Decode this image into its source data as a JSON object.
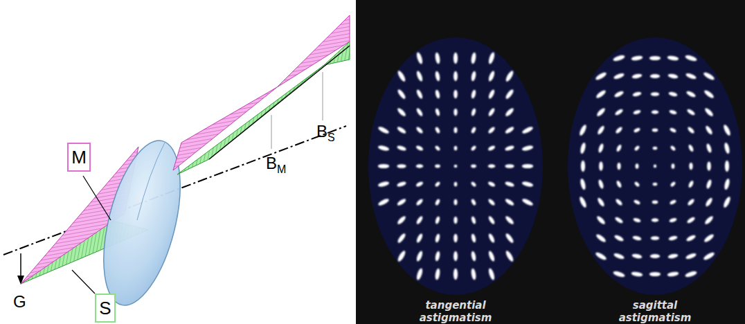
{
  "diagram": {
    "nodes": [
      {
        "text": [
          "M"
        ]
      },
      {
        "text": [
          "S"
        ]
      }
    ],
    "labels": [
      "G",
      "BM",
      "BS",
      "tangential astigmatism",
      "sagittal astigmatism"
    ]
  }
}
